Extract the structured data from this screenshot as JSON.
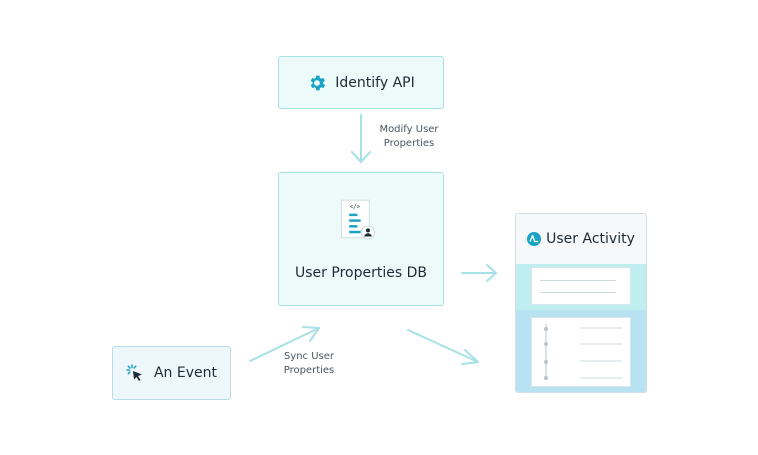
{
  "identify": {
    "label": "Identify API",
    "icon": "gear-icon"
  },
  "modify_caption": {
    "line1": "Modify User",
    "line2": "Properties"
  },
  "db": {
    "label": "User Properties DB",
    "icon": "document-user-icon",
    "code_glyph": "</>"
  },
  "event": {
    "label": "An Event",
    "icon": "click-cursor-icon"
  },
  "sync_caption": {
    "line1": "Sync User",
    "line2": "Properties"
  },
  "activity": {
    "label": "User Activity",
    "icon": "amplitude-logo-icon"
  },
  "colors": {
    "teal_border": "#a8e3e3",
    "teal_fill": "#ecfafa",
    "arrow": "#a6e1e6",
    "accent": "#1ba3c6",
    "band_teal": "#bfeef0",
    "band_blue": "#b8e2f2"
  }
}
